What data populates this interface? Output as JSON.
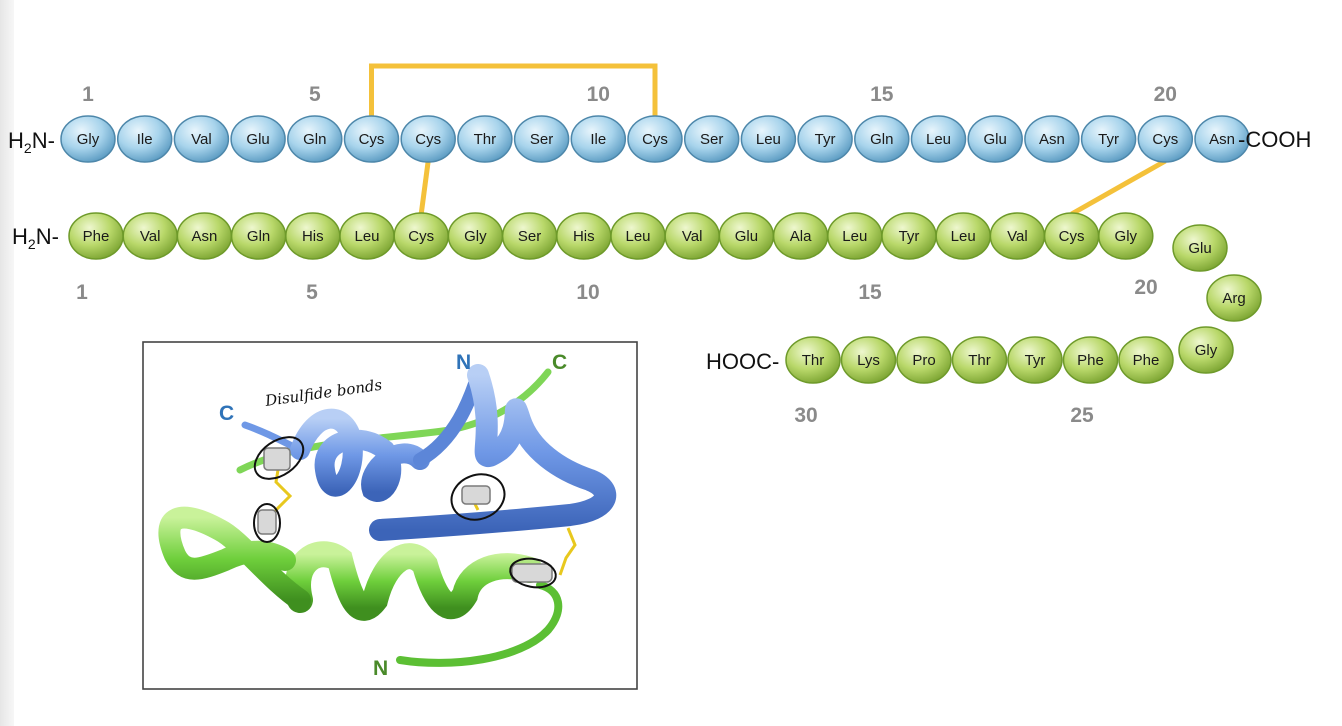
{
  "colors": {
    "chain_a_fill": "#a8d4ec",
    "chain_a_stroke": "#4d87aa",
    "chain_b_fill": "#b9d86a",
    "chain_b_stroke": "#6e9a2a",
    "disulfide": "#f4c13a",
    "label_blue": "#2f73b8",
    "label_green": "#4a8a2a",
    "number_gray": "#8a8a8a"
  },
  "chain_a": {
    "n_terminus": "H2N-",
    "c_terminus": "-COOH",
    "residues": [
      "Gly",
      "Ile",
      "Val",
      "Glu",
      "Gln",
      "Cys",
      "Cys",
      "Thr",
      "Ser",
      "Ile",
      "Cys",
      "Ser",
      "Leu",
      "Tyr",
      "Gln",
      "Leu",
      "Glu",
      "Asn",
      "Tyr",
      "Cys",
      "Asn"
    ],
    "numbers": [
      "1",
      "5",
      "10",
      "15",
      "20"
    ]
  },
  "chain_b": {
    "n_terminus": "H2N-",
    "c_terminus": "HOOC-",
    "residues": [
      "Phe",
      "Val",
      "Asn",
      "Gln",
      "His",
      "Leu",
      "Cys",
      "Gly",
      "Ser",
      "His",
      "Leu",
      "Val",
      "Glu",
      "Ala",
      "Leu",
      "Tyr",
      "Leu",
      "Val",
      "Cys",
      "Gly",
      "Glu",
      "Arg",
      "Gly",
      "Phe",
      "Phe",
      "Tyr",
      "Thr",
      "Pro",
      "Lys",
      "Thr"
    ],
    "numbers": [
      "1",
      "5",
      "10",
      "15",
      "20",
      "25",
      "30"
    ]
  },
  "structure": {
    "label_a_c": "C",
    "label_a_n": "N",
    "label_b_c": "C",
    "label_b_n": "N",
    "annotation": "Disulfide bonds"
  }
}
